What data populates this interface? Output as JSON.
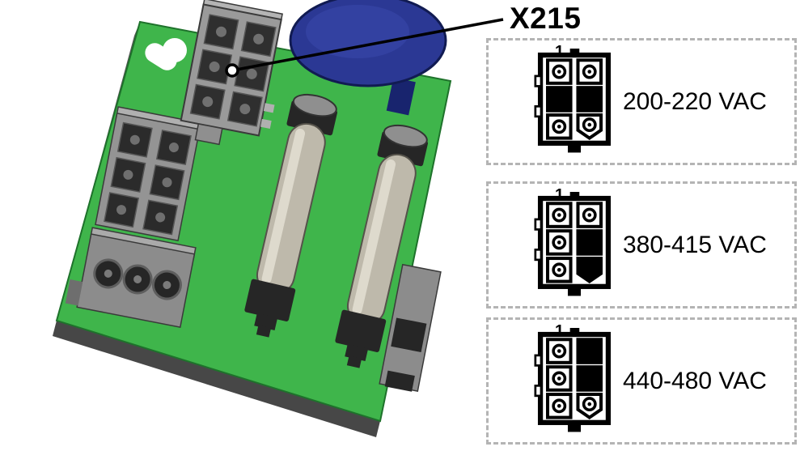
{
  "callout": {
    "label": "X215"
  },
  "diagram": {
    "pcb_color": "#3fb54b",
    "capacitor_color": "#2b3894",
    "connector_color": "#9a9a9a",
    "dashed_border_color": "#b4b4b4"
  },
  "voltage_options": [
    {
      "label": "200-220 VAC",
      "pin1_label": "1",
      "pins": [
        [
          "socket",
          "socket"
        ],
        [
          "filled",
          "filled"
        ],
        [
          "socket",
          "keyed-socket"
        ]
      ]
    },
    {
      "label": "380-415 VAC",
      "pin1_label": "1",
      "pins": [
        [
          "socket",
          "socket"
        ],
        [
          "socket",
          "filled"
        ],
        [
          "socket",
          "keyed-filled"
        ]
      ]
    },
    {
      "label": "440-480 VAC",
      "pin1_label": "1",
      "pins": [
        [
          "socket",
          "filled"
        ],
        [
          "socket",
          "filled"
        ],
        [
          "socket",
          "keyed-socket"
        ]
      ]
    }
  ]
}
